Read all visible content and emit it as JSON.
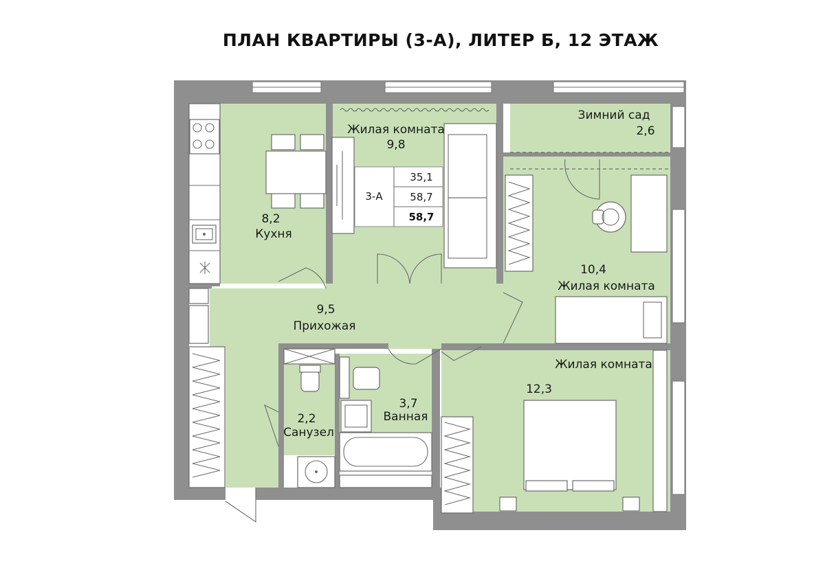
{
  "title": "ПЛАН КВАРТИРЫ (3-А), ЛИТЕР Б, 12 ЭТАЖ",
  "colors": {
    "room_fill": "#c9e0b7",
    "wall": "#8c8c8c",
    "furniture": "#ffffff",
    "text": "#1a1a1a"
  },
  "summary": {
    "unit": "3-А",
    "living_area": "35,1",
    "total_area": "58,7",
    "total_area_bold": "58,7"
  },
  "rooms": {
    "kitchen": {
      "area": "8,2",
      "name": "Кухня"
    },
    "living_top": {
      "name": "Жилая комната",
      "area": "9,8"
    },
    "winter_garden": {
      "name": "Зимний сад",
      "area": "2,6"
    },
    "living_right": {
      "area": "10,4",
      "name": "Жилая комната"
    },
    "hallway": {
      "area": "9,5",
      "name": "Прихожая"
    },
    "bathroom": {
      "area": "3,7",
      "name": "Ванная"
    },
    "wc": {
      "area": "2,2",
      "name": "Санузел"
    },
    "living_bottom": {
      "name": "Жилая комната",
      "area": "12,3"
    }
  },
  "icons": [
    "stove-icon",
    "sink-icon",
    "washing-machine-icon",
    "toilet-icon",
    "bathtub-icon",
    "bed-icon",
    "sofa-icon",
    "office-chair-icon",
    "radiator-icon"
  ]
}
